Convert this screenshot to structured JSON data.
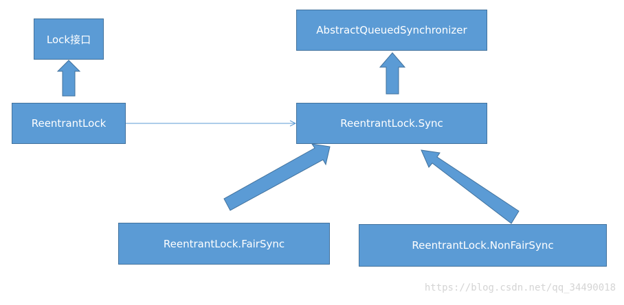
{
  "diagram": {
    "nodes": {
      "lock_interface": "Lock接口",
      "aqs": "AbstractQueuedSynchronizer",
      "reentrant_lock": "ReentrantLock",
      "sync": "ReentrantLock.Sync",
      "fair_sync": "ReentrantLock.FairSync",
      "nonfair_sync": "ReentrantLock.NonFairSync"
    },
    "edges": [
      {
        "from": "reentrant_lock",
        "to": "lock_interface",
        "style": "block-arrow"
      },
      {
        "from": "sync",
        "to": "aqs",
        "style": "block-arrow"
      },
      {
        "from": "reentrant_lock",
        "to": "sync",
        "style": "thin-arrow"
      },
      {
        "from": "fair_sync",
        "to": "sync",
        "style": "block-arrow"
      },
      {
        "from": "nonfair_sync",
        "to": "sync",
        "style": "block-arrow"
      }
    ],
    "colors": {
      "box_fill": "#5b9bd5",
      "box_border": "#41719c",
      "text": "#ffffff"
    }
  },
  "watermark": "https://blog.csdn.net/qq_34490018"
}
